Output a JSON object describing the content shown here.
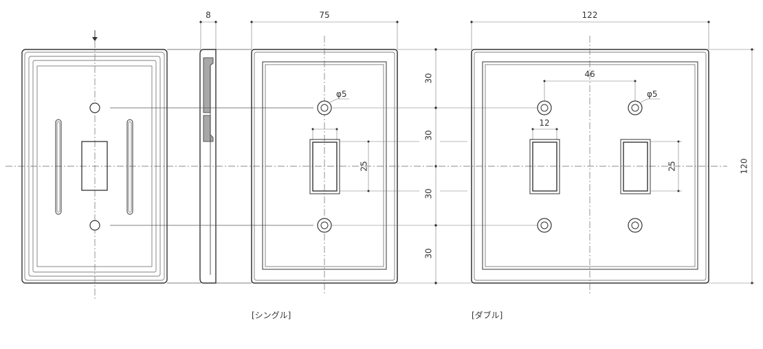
{
  "dimensions": {
    "thickness": "8",
    "single_width": "75",
    "single_hole": "φ5",
    "single_switch_height": "25",
    "double_width": "122",
    "double_pitch": "46",
    "double_hole": "φ5",
    "double_switch_width": "12",
    "double_switch_height": "25",
    "overall_height": "120",
    "vertical_segments": [
      "30",
      "30",
      "30",
      "30"
    ]
  },
  "captions": {
    "single": "[シングル]",
    "double": "[ダブル]"
  },
  "colors": {
    "line": "#333333",
    "section_fill": "#a8a8a8"
  }
}
